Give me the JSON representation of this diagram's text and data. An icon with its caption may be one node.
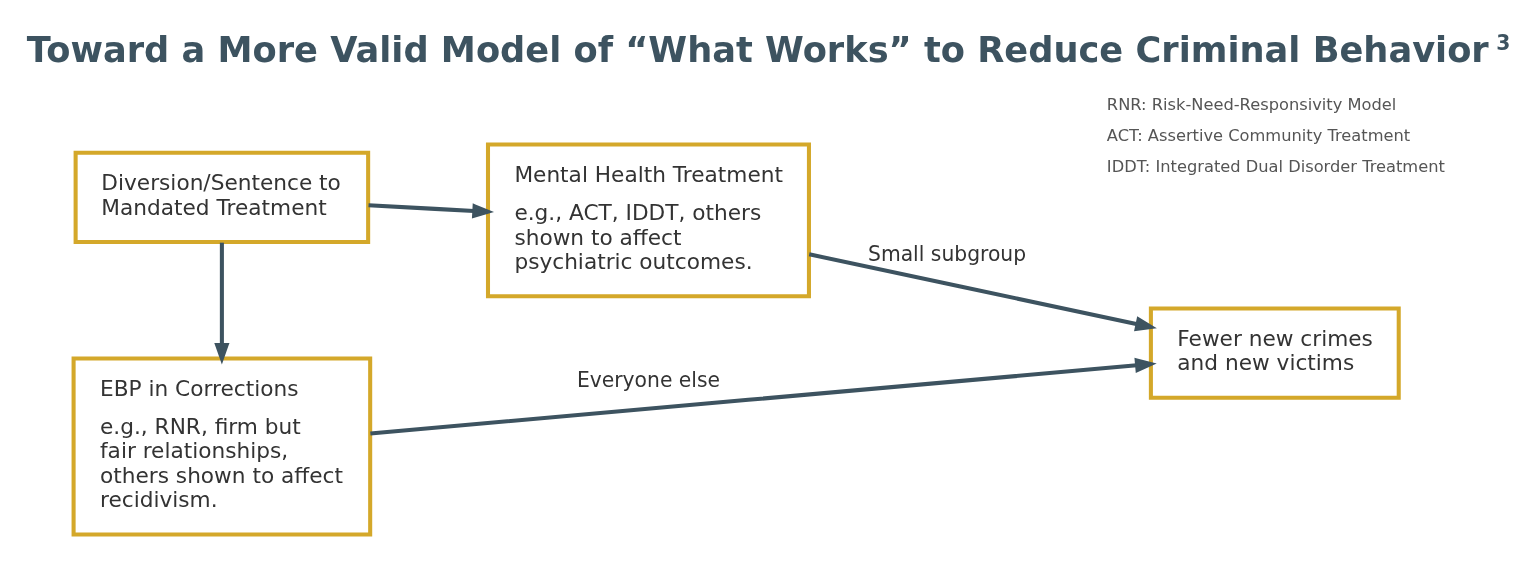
{
  "diagram": {
    "title": "Toward a More Valid Model of “What Works” to Reduce Criminal Behavior$^{3}$",
    "nodes": [
      {
        "text": [
          "Diversion/Sentence to Mandated Treatment"
        ]
      },
      {
        "text": [
          "EBP in Corrections",
          "e.g., RNR, firm but fair relationships, others shown to affect recidivism."
        ]
      },
      {
        "text": [
          "Mental Health Treatment",
          "e.g., ACT, IDDT, others shown to affect psychiatric outcomes."
        ]
      },
      {
        "text": [
          "Fewer new crimes and new victims"
        ]
      }
    ],
    "edges": [
      {
        "from": 0,
        "to": 1,
        "arrow": "to"
      },
      {
        "from": 0,
        "to": 2,
        "arrow": "to"
      },
      {
        "from": 2,
        "to": 3,
        "arrow": "to",
        "label": "Small subgroup"
      },
      {
        "from": 1,
        "to": 3,
        "arrow": "to",
        "label": "Everyone else"
      }
    ],
    "labels": [
      "RNR: Risk-Need-Responsivity Model",
      "ACT: Assertive Community Treatment",
      "IDDT: Integrated Dual Disorder Treatment"
    ]
  }
}
